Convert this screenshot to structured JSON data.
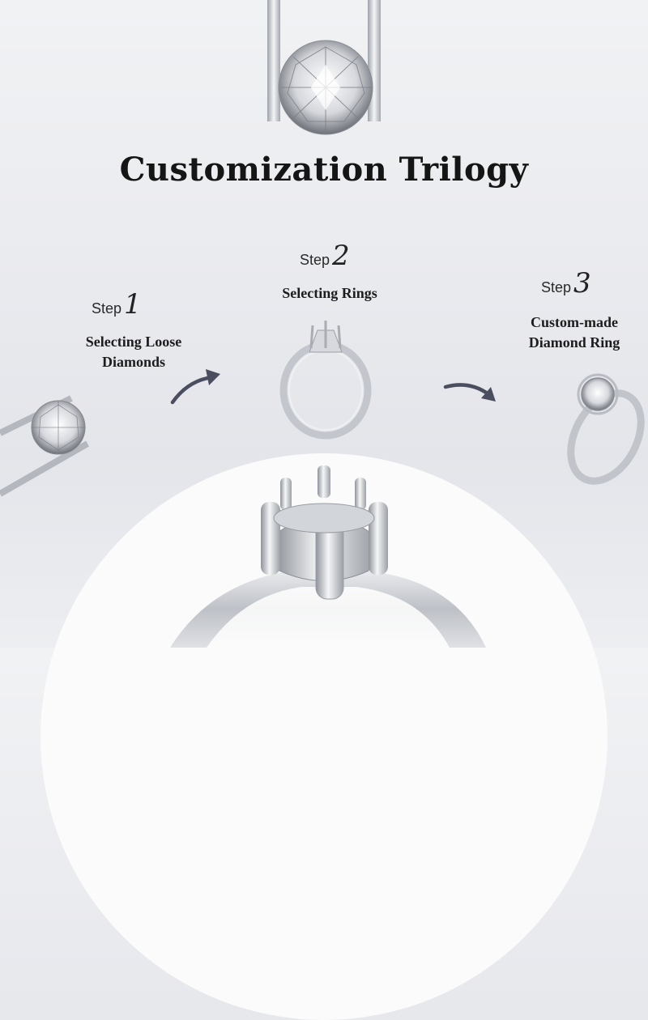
{
  "title": "Customization Trilogy",
  "steps": [
    {
      "word": "Step",
      "number": "1",
      "caption_lines": [
        "Selecting Loose",
        "Diamonds"
      ]
    },
    {
      "word": "Step",
      "number": "2",
      "caption_lines": [
        "Selecting Rings"
      ]
    },
    {
      "word": "Step",
      "number": "3",
      "caption_lines": [
        "Custom-made",
        "Diamond Ring"
      ]
    }
  ],
  "icons": {
    "top": "tweezers-holding-diamond-icon",
    "left": "tweezers-with-loose-diamond-icon",
    "ring_setting": "solitaire-ring-setting-icon",
    "finished_ring": "finished-diamond-ring-icon",
    "arrows": "curved-arrow-icon",
    "hero": "six-prong-setting-closeup-icon"
  },
  "colors": {
    "arrow": "#4a4e5e",
    "metal": "#c9ccd2",
    "title": "#151515"
  }
}
